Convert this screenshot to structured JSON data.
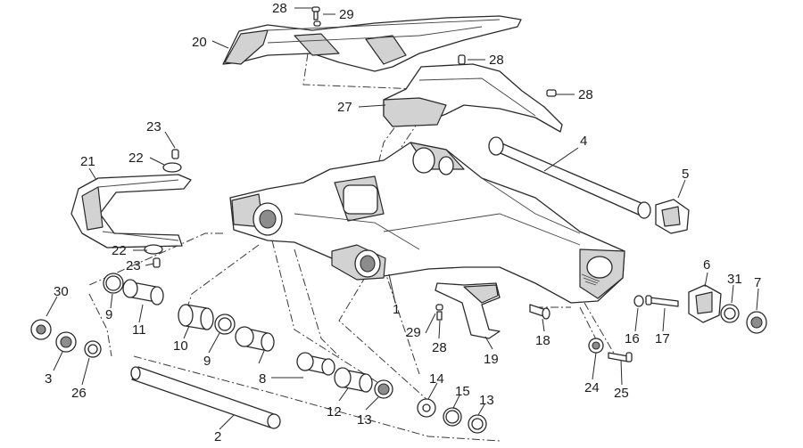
{
  "diagram": {
    "callouts": [
      "28",
      "29",
      "20",
      "28",
      "27",
      "28",
      "4",
      "23",
      "22",
      "21",
      "5",
      "22",
      "23",
      "30",
      "9",
      "11",
      "1",
      "6",
      "31",
      "7",
      "10",
      "9",
      "29",
      "28",
      "19",
      "18",
      "16",
      "17",
      "3",
      "26",
      "8",
      "14",
      "15",
      "13",
      "12",
      "13",
      "24",
      "25",
      "2"
    ]
  }
}
